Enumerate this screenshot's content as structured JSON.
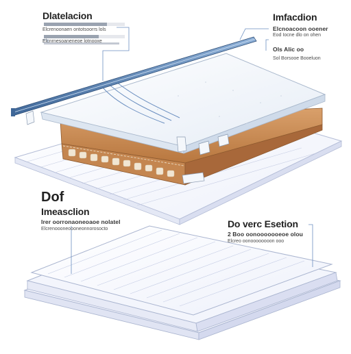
{
  "labels": {
    "top_left_title": "Dlatelacion",
    "top_left_line1": "Elcrenoonaen ontotsoorrs lols",
    "top_left_line2": "Elcnrnesoaneneoe lotnooxe",
    "top_right_title": "Imfacdion",
    "top_right_line1": "Elcnoacoon ooener",
    "top_right_line2": "Eod Iocne dlo on ohen",
    "top_right_line3": "Ols Alic oo",
    "top_right_line4": "Sol Borsooe Booeluon",
    "mid_left_big": "Dof",
    "mid_left_title": "Imeasclion",
    "mid_left_line1": "Irer oorronaoneoaoe nolatel",
    "mid_left_line2": "Elcrenoooneoooneonnorosocto",
    "mid_right_title": "Do verc Esetion",
    "mid_right_line1": "2 Boo oonooooooeoe olou",
    "mid_right_line2": "Elcreo oonoooooooon ooo"
  },
  "colors": {
    "cover_top": "#f4f7fb",
    "cover_side": "#dfe8f2",
    "rail_blue": "#5a84b4",
    "wood": "#c98a55",
    "wood_dark": "#a8683a",
    "sheet_edge": "#a9b4cf",
    "leader_line": "#6b8fc0"
  },
  "icons": [
    "rail-icon",
    "clip-icon"
  ]
}
